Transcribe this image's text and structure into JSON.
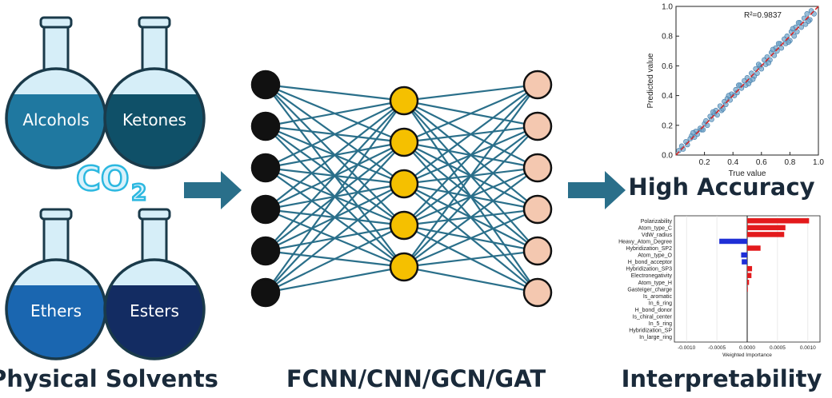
{
  "flasks": [
    {
      "label": "Alcohols",
      "liquid": "#1f78a0"
    },
    {
      "label": "Ketones",
      "liquid": "#0f5068"
    },
    {
      "label": "Ethers",
      "liquid": "#1a66b0"
    },
    {
      "label": "Esters",
      "liquid": "#132c62"
    }
  ],
  "co2": {
    "main": "CO",
    "subscript": "2"
  },
  "captions": {
    "left": "Physical Solvents",
    "middle": "FCNN/CNN/GCN/GAT",
    "accuracy": "High Accuracy",
    "interpret": "Interpretability"
  },
  "colors": {
    "edge": "#2a6f8a",
    "input_node": "#111111",
    "hidden_node": "#f5c000",
    "output_node": "#f4c8b0",
    "arrow": "#2a6f8a",
    "scatter_point": "#6fa3c8",
    "fit_line": "#d62728",
    "bar_positive": "#e31a1c",
    "bar_negative": "#1f2fd6"
  },
  "network": {
    "layers": [
      6,
      5,
      6
    ]
  },
  "chart_data": [
    {
      "type": "scatter",
      "xlabel": "True value",
      "ylabel": "Predicted value",
      "annotation": "R²=0.9837",
      "xlim": [
        0,
        1
      ],
      "ylim": [
        0,
        1
      ],
      "xticks": [
        "0.2",
        "0.4",
        "0.6",
        "0.8",
        "1.0"
      ],
      "yticks": [
        "0.0",
        "0.2",
        "0.4",
        "0.6",
        "0.8",
        "1.0"
      ],
      "x": [
        0.02,
        0.04,
        0.05,
        0.07,
        0.08,
        0.1,
        0.11,
        0.13,
        0.14,
        0.15,
        0.17,
        0.18,
        0.2,
        0.21,
        0.22,
        0.24,
        0.25,
        0.27,
        0.28,
        0.29,
        0.31,
        0.32,
        0.34,
        0.35,
        0.36,
        0.38,
        0.39,
        0.41,
        0.42,
        0.43,
        0.45,
        0.46,
        0.48,
        0.49,
        0.5,
        0.52,
        0.53,
        0.55,
        0.56,
        0.57,
        0.59,
        0.6,
        0.62,
        0.63,
        0.64,
        0.66,
        0.67,
        0.69,
        0.7,
        0.71,
        0.73,
        0.74,
        0.76,
        0.77,
        0.78,
        0.8,
        0.81,
        0.83,
        0.84,
        0.85,
        0.87,
        0.88,
        0.9,
        0.91,
        0.92,
        0.94,
        0.95,
        0.97,
        0.12,
        0.26,
        0.33,
        0.44,
        0.51,
        0.58,
        0.65,
        0.72,
        0.79,
        0.86,
        0.93,
        0.19,
        0.37,
        0.54,
        0.68,
        0.82
      ],
      "y": [
        0.03,
        0.06,
        0.04,
        0.09,
        0.07,
        0.11,
        0.13,
        0.12,
        0.16,
        0.14,
        0.18,
        0.17,
        0.21,
        0.23,
        0.2,
        0.26,
        0.24,
        0.28,
        0.3,
        0.27,
        0.33,
        0.3,
        0.36,
        0.34,
        0.38,
        0.37,
        0.41,
        0.4,
        0.44,
        0.42,
        0.47,
        0.45,
        0.5,
        0.47,
        0.52,
        0.5,
        0.55,
        0.53,
        0.58,
        0.55,
        0.6,
        0.58,
        0.64,
        0.61,
        0.66,
        0.64,
        0.69,
        0.67,
        0.72,
        0.7,
        0.75,
        0.72,
        0.78,
        0.75,
        0.8,
        0.77,
        0.83,
        0.8,
        0.86,
        0.83,
        0.89,
        0.86,
        0.92,
        0.88,
        0.95,
        0.91,
        0.97,
        0.95,
        0.15,
        0.29,
        0.31,
        0.47,
        0.48,
        0.61,
        0.62,
        0.75,
        0.76,
        0.89,
        0.9,
        0.17,
        0.4,
        0.51,
        0.71,
        0.85
      ]
    },
    {
      "type": "bar",
      "orientation": "horizontal",
      "xlabel": "Weighted Importance",
      "xlim": [
        -0.0012,
        0.0012
      ],
      "xticks": [
        "-0.0010",
        "-0.0005",
        "0.0000",
        "0.0005",
        "0.0010"
      ],
      "categories": [
        "Polarizability",
        "Atom_type_C",
        "VdW_radius",
        "Heavy_Atom_Degree",
        "Hybridization_SP2",
        "Atom_type_O",
        "H_bond_acceptor",
        "Hybridization_SP3",
        "Electronegativity",
        "Atom_type_H",
        "Gasteiger_charge",
        "Is_aromatic",
        "In_6_ring",
        "H_bond_donor",
        "Is_chiral_center",
        "In_5_ring",
        "Hybridization_SP",
        "In_large_ring"
      ],
      "values": [
        0.00102,
        0.00063,
        0.00061,
        -0.00046,
        0.00022,
        -0.0001,
        -9e-05,
        8e-05,
        7e-05,
        3e-05,
        1e-05,
        0,
        0,
        0,
        0,
        0,
        0,
        0
      ]
    }
  ]
}
